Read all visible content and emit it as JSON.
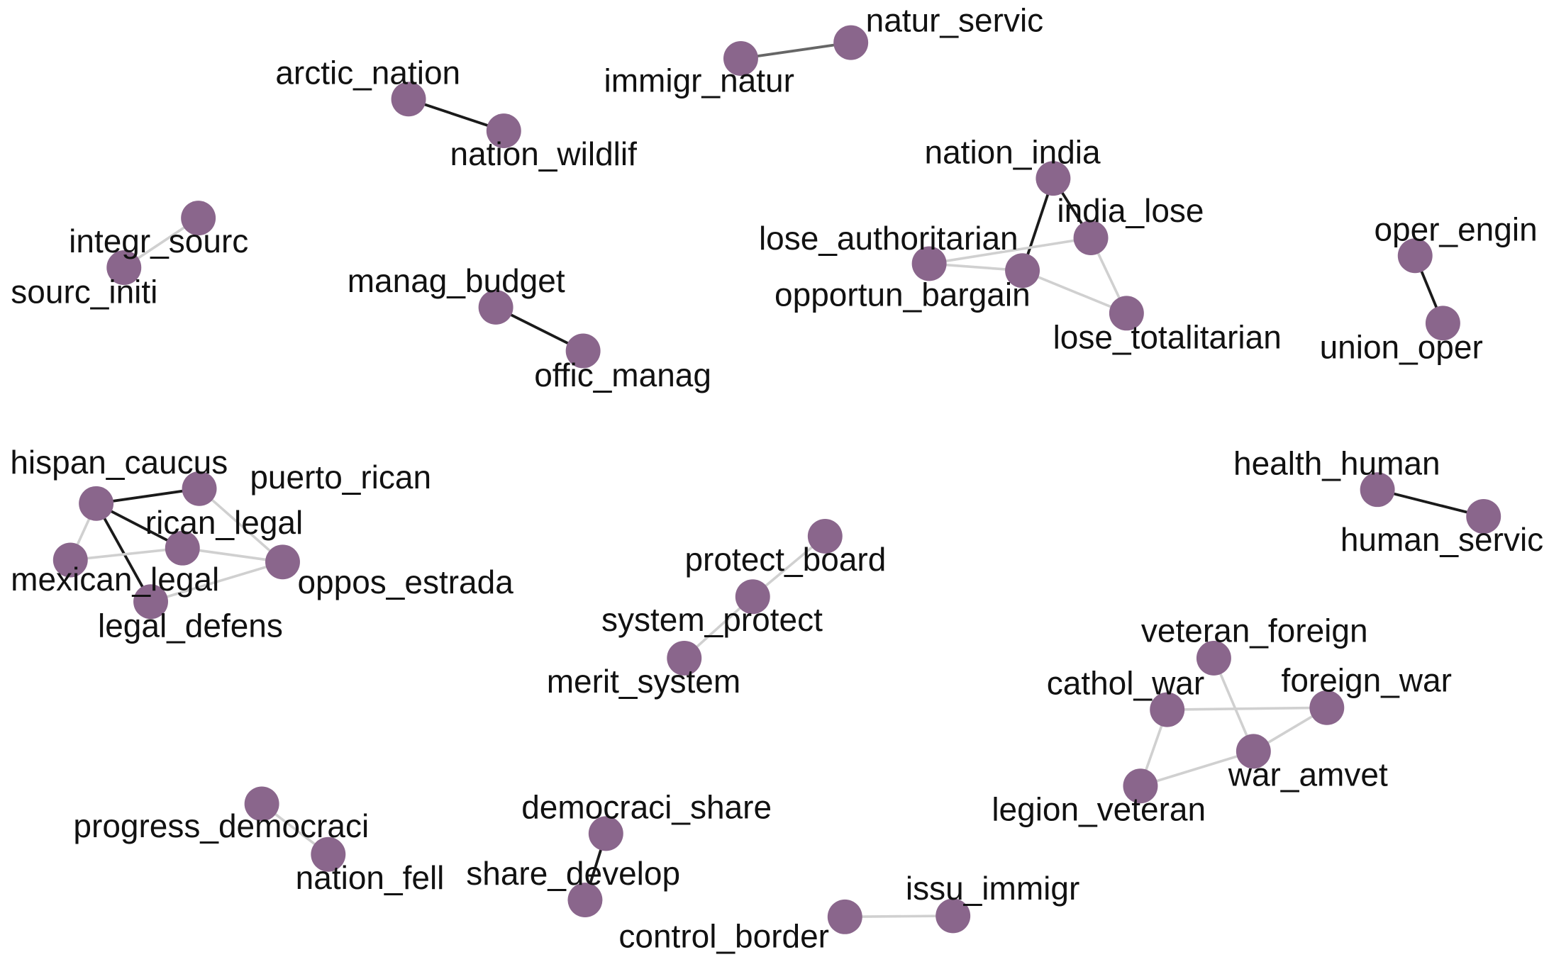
{
  "colors": {
    "background": "#ffffff",
    "node": "#8a668c",
    "label": "#111111",
    "edge_strong": "#1a1a1a",
    "edge_medium": "#666666",
    "edge_weak": "#d0d0d0"
  },
  "nodes": [
    {
      "id": "natur_servic",
      "label": "natur_servic"
    },
    {
      "id": "immigr_natur",
      "label": "immigr_natur"
    },
    {
      "id": "arctic_nation",
      "label": "arctic_nation"
    },
    {
      "id": "nation_wildlif",
      "label": "nation_wildlif"
    },
    {
      "id": "integr_sourc",
      "label": "integr_sourc"
    },
    {
      "id": "sourc_initi",
      "label": "sourc_initi"
    },
    {
      "id": "manag_budget",
      "label": "manag_budget"
    },
    {
      "id": "offic_manag",
      "label": "offic_manag"
    },
    {
      "id": "nation_india",
      "label": "nation_india"
    },
    {
      "id": "india_lose",
      "label": "india_lose"
    },
    {
      "id": "lose_authoritarian",
      "label": "lose_authoritarian"
    },
    {
      "id": "opportun_bargain",
      "label": "opportun_bargain"
    },
    {
      "id": "lose_totalitarian",
      "label": "lose_totalitarian"
    },
    {
      "id": "oper_engin",
      "label": "oper_engin"
    },
    {
      "id": "union_oper",
      "label": "union_oper"
    },
    {
      "id": "hispan_caucus",
      "label": "hispan_caucus"
    },
    {
      "id": "puerto_rican",
      "label": "puerto_rican"
    },
    {
      "id": "rican_legal",
      "label": "rican_legal"
    },
    {
      "id": "mexican_legal",
      "label": "mexican_legal"
    },
    {
      "id": "oppos_estrada",
      "label": "oppos_estrada"
    },
    {
      "id": "legal_defens",
      "label": "legal_defens"
    },
    {
      "id": "health_human",
      "label": "health_human"
    },
    {
      "id": "human_servic",
      "label": "human_servic"
    },
    {
      "id": "protect_board",
      "label": "protect_board"
    },
    {
      "id": "system_protect",
      "label": "system_protect"
    },
    {
      "id": "merit_system",
      "label": "merit_system"
    },
    {
      "id": "veteran_foreign",
      "label": "veteran_foreign"
    },
    {
      "id": "cathol_war",
      "label": "cathol_war"
    },
    {
      "id": "foreign_war",
      "label": "foreign_war"
    },
    {
      "id": "war_amvet",
      "label": "war_amvet"
    },
    {
      "id": "legion_veteran",
      "label": "legion_veteran"
    },
    {
      "id": "progress_democraci",
      "label": "progress_democraci"
    },
    {
      "id": "nation_fell",
      "label": "nation_fell"
    },
    {
      "id": "democraci_share",
      "label": "democraci_share"
    },
    {
      "id": "share_develop",
      "label": "share_develop"
    },
    {
      "id": "control_border",
      "label": "control_border"
    },
    {
      "id": "issu_immigr",
      "label": "issu_immigr"
    }
  ],
  "edges": [
    {
      "source": "immigr_natur",
      "target": "natur_servic",
      "strength": "medium"
    },
    {
      "source": "arctic_nation",
      "target": "nation_wildlif",
      "strength": "strong"
    },
    {
      "source": "integr_sourc",
      "target": "sourc_initi",
      "strength": "weak"
    },
    {
      "source": "manag_budget",
      "target": "offic_manag",
      "strength": "strong"
    },
    {
      "source": "nation_india",
      "target": "opportun_bargain",
      "strength": "strong"
    },
    {
      "source": "nation_india",
      "target": "india_lose",
      "strength": "strong"
    },
    {
      "source": "lose_authoritarian",
      "target": "india_lose",
      "strength": "weak"
    },
    {
      "source": "lose_authoritarian",
      "target": "opportun_bargain",
      "strength": "weak"
    },
    {
      "source": "opportun_bargain",
      "target": "lose_totalitarian",
      "strength": "weak"
    },
    {
      "source": "india_lose",
      "target": "lose_totalitarian",
      "strength": "weak"
    },
    {
      "source": "oper_engin",
      "target": "union_oper",
      "strength": "strong"
    },
    {
      "source": "hispan_caucus",
      "target": "puerto_rican",
      "strength": "strong"
    },
    {
      "source": "hispan_caucus",
      "target": "rican_legal",
      "strength": "strong"
    },
    {
      "source": "hispan_caucus",
      "target": "legal_defens",
      "strength": "strong"
    },
    {
      "source": "hispan_caucus",
      "target": "mexican_legal",
      "strength": "weak"
    },
    {
      "source": "puerto_rican",
      "target": "oppos_estrada",
      "strength": "weak"
    },
    {
      "source": "mexican_legal",
      "target": "rican_legal",
      "strength": "weak"
    },
    {
      "source": "rican_legal",
      "target": "oppos_estrada",
      "strength": "weak"
    },
    {
      "source": "legal_defens",
      "target": "oppos_estrada",
      "strength": "weak"
    },
    {
      "source": "health_human",
      "target": "human_servic",
      "strength": "strong"
    },
    {
      "source": "protect_board",
      "target": "system_protect",
      "strength": "weak"
    },
    {
      "source": "system_protect",
      "target": "merit_system",
      "strength": "weak"
    },
    {
      "source": "veteran_foreign",
      "target": "war_amvet",
      "strength": "weak"
    },
    {
      "source": "cathol_war",
      "target": "foreign_war",
      "strength": "weak"
    },
    {
      "source": "cathol_war",
      "target": "legion_veteran",
      "strength": "weak"
    },
    {
      "source": "foreign_war",
      "target": "war_amvet",
      "strength": "weak"
    },
    {
      "source": "legion_veteran",
      "target": "war_amvet",
      "strength": "weak"
    },
    {
      "source": "progress_democraci",
      "target": "nation_fell",
      "strength": "weak"
    },
    {
      "source": "democraci_share",
      "target": "share_develop",
      "strength": "strong"
    },
    {
      "source": "control_border",
      "target": "issu_immigr",
      "strength": "weak"
    }
  ]
}
